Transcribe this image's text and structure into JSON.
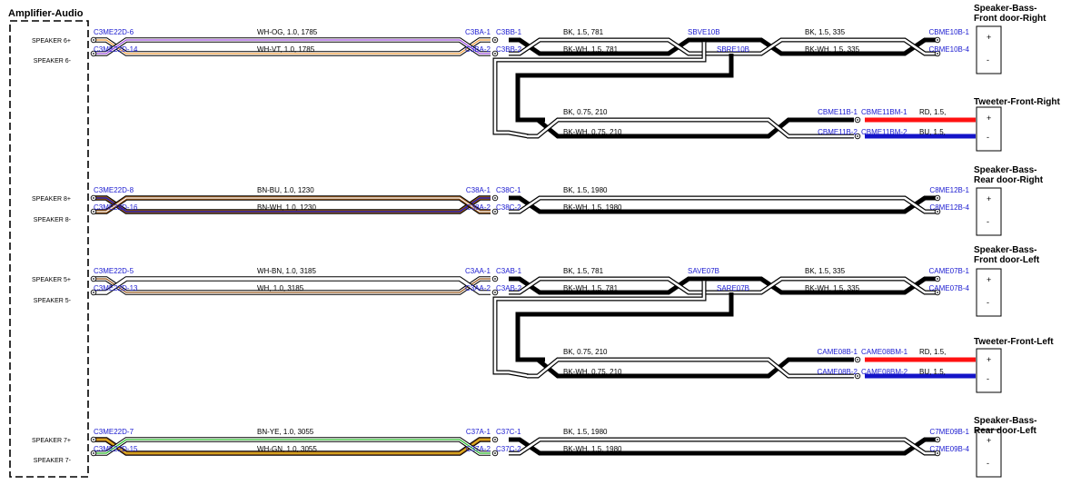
{
  "amplifier": {
    "title": "Amplifier-Audio",
    "pins": [
      "SPEAKER 6+",
      "SPEAKER 6-",
      "SPEAKER 8+",
      "SPEAKER 8-",
      "SPEAKER 5+",
      "SPEAKER 5-",
      "SPEAKER 7+",
      "SPEAKER 7-"
    ]
  },
  "components": [
    {
      "title_lines": [
        "Speaker-Bass-",
        "Front door-Right"
      ],
      "plus": "+",
      "minus": "-"
    },
    {
      "title_lines": [
        "Tweeter-Front-Right"
      ],
      "plus": "+",
      "minus": "-"
    },
    {
      "title_lines": [
        "Speaker-Bass-",
        "Rear door-Right"
      ],
      "plus": "+",
      "minus": "-"
    },
    {
      "title_lines": [
        "Speaker-Bass-",
        "Front door-Left"
      ],
      "plus": "+",
      "minus": "-"
    },
    {
      "title_lines": [
        "Tweeter-Front-Left"
      ],
      "plus": "+",
      "minus": "-"
    },
    {
      "title_lines": [
        "Speaker-Bass-",
        "Rear door-Left"
      ],
      "plus": "+",
      "minus": "-"
    }
  ],
  "circuits": [
    {
      "amp_conn": [
        "C3ME22D-6",
        "C3ME22D-14"
      ],
      "seg1": [
        "WH-OG,  1.0,  1785",
        "WH-VT,  1.0,  1785"
      ],
      "mid_left": [
        "C3BA-1",
        "C3BA-2"
      ],
      "mid_right": [
        "C3BB-1",
        "C3BB-2"
      ],
      "seg2": [
        "BK,  1.5,  781",
        "BK-WH,  1.5,  781"
      ],
      "splices": [
        "SBVE10B",
        "SBRE10B"
      ],
      "seg3": [
        "BK,  1.5,  335",
        "BK-WH,  1.5,  335"
      ],
      "end_conn": [
        "CBME10B-1",
        "CBME10B-4"
      ]
    },
    {
      "amp_conn": [
        "C3ME22D-8",
        "C3ME22D-16"
      ],
      "seg1": [
        "BN-BU,  1.0,  1230",
        "BN-WH,  1.0,  1230"
      ],
      "mid_left": [
        "C38A-1",
        "C38A-2"
      ],
      "mid_right": [
        "C38C-1",
        "C38C-2"
      ],
      "seg2": [
        "BK,  1.5,  1980",
        "BK-WH,  1.5,  1980"
      ],
      "end_conn": [
        "C8ME12B-1",
        "C8ME12B-4"
      ]
    },
    {
      "amp_conn": [
        "C3ME22D-5",
        "C3ME22D-13"
      ],
      "seg1": [
        "WH-BN,  1.0,  3185",
        "WH,  1.0,  3185"
      ],
      "mid_left": [
        "C3AA-1",
        "C3AA-2"
      ],
      "mid_right": [
        "C3AB-1",
        "C3AB-2"
      ],
      "seg2": [
        "BK,  1.5,  781",
        "BK-WH,  1.5,  781"
      ],
      "splices": [
        "SAVE07B",
        "SARE07B"
      ],
      "seg3": [
        "BK,  1.5,  335",
        "BK-WH,  1.5,  335"
      ],
      "end_conn": [
        "CAME07B-1",
        "CAME07B-4"
      ]
    },
    {
      "amp_conn": [
        "C3ME22D-7",
        "C3ME22D-15"
      ],
      "seg1": [
        "BN-YE,  1.0,  3055",
        "WH-GN,  1.0,  3055"
      ],
      "mid_left": [
        "C37A-1",
        "C37A-2"
      ],
      "mid_right": [
        "C37C-1",
        "C37C-2"
      ],
      "seg2": [
        "BK,  1.5,  1980",
        "BK-WH,  1.5,  1980"
      ],
      "end_conn": [
        "C7ME09B-1",
        "C7ME09B-4"
      ]
    }
  ],
  "tweeter_circuits": [
    {
      "seg": [
        "BK,  0.75,  210",
        "BK-WH,  0.75,  210"
      ],
      "conn_a": [
        "CBME11B-1",
        "CBME11B-2"
      ],
      "conn_b": [
        "CBME11BM-1",
        "CBME11BM-2"
      ],
      "lead": [
        "RD,  1.5,",
        "BU,  1.5,"
      ]
    },
    {
      "seg": [
        "BK,  0.75,  210",
        "BK-WH,  0.75,  210"
      ],
      "conn_a": [
        "CAME08B-1",
        "CAME08B-2"
      ],
      "conn_b": [
        "CAME08BM-1",
        "CAME08BM-2"
      ],
      "lead": [
        "RD,  1.5,",
        "BU,  1.5,"
      ]
    }
  ],
  "wire_colors": {
    "WH": "#ffffff",
    "BK": "#000000",
    "RD": "#ff1111",
    "BU": "#1414c8",
    "OG": "#f5a040",
    "VT": "#a050e0",
    "BN": "#9b5a1e",
    "YE": "#f2cc1e",
    "GN": "#2cbe2c"
  },
  "label_colors": {
    "connector": "#1a1ad0",
    "text": "#000000"
  }
}
